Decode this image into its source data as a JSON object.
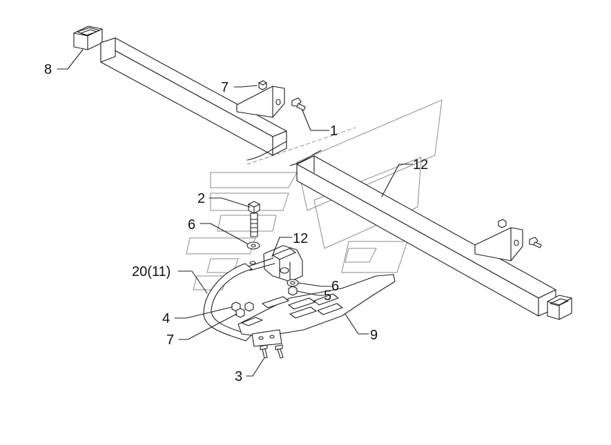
{
  "callouts": [
    {
      "id": "c8",
      "label": "8"
    },
    {
      "id": "c7a",
      "label": "7"
    },
    {
      "id": "c1",
      "label": "1"
    },
    {
      "id": "c12a",
      "label": "12"
    },
    {
      "id": "c2",
      "label": "2"
    },
    {
      "id": "c6a",
      "label": "6"
    },
    {
      "id": "c12b",
      "label": "12"
    },
    {
      "id": "c20",
      "label": "20(11)"
    },
    {
      "id": "c6b",
      "label": "6"
    },
    {
      "id": "c5",
      "label": "5"
    },
    {
      "id": "c4",
      "label": "4"
    },
    {
      "id": "c7b",
      "label": "7"
    },
    {
      "id": "c9",
      "label": "9"
    },
    {
      "id": "c3",
      "label": "3"
    }
  ]
}
